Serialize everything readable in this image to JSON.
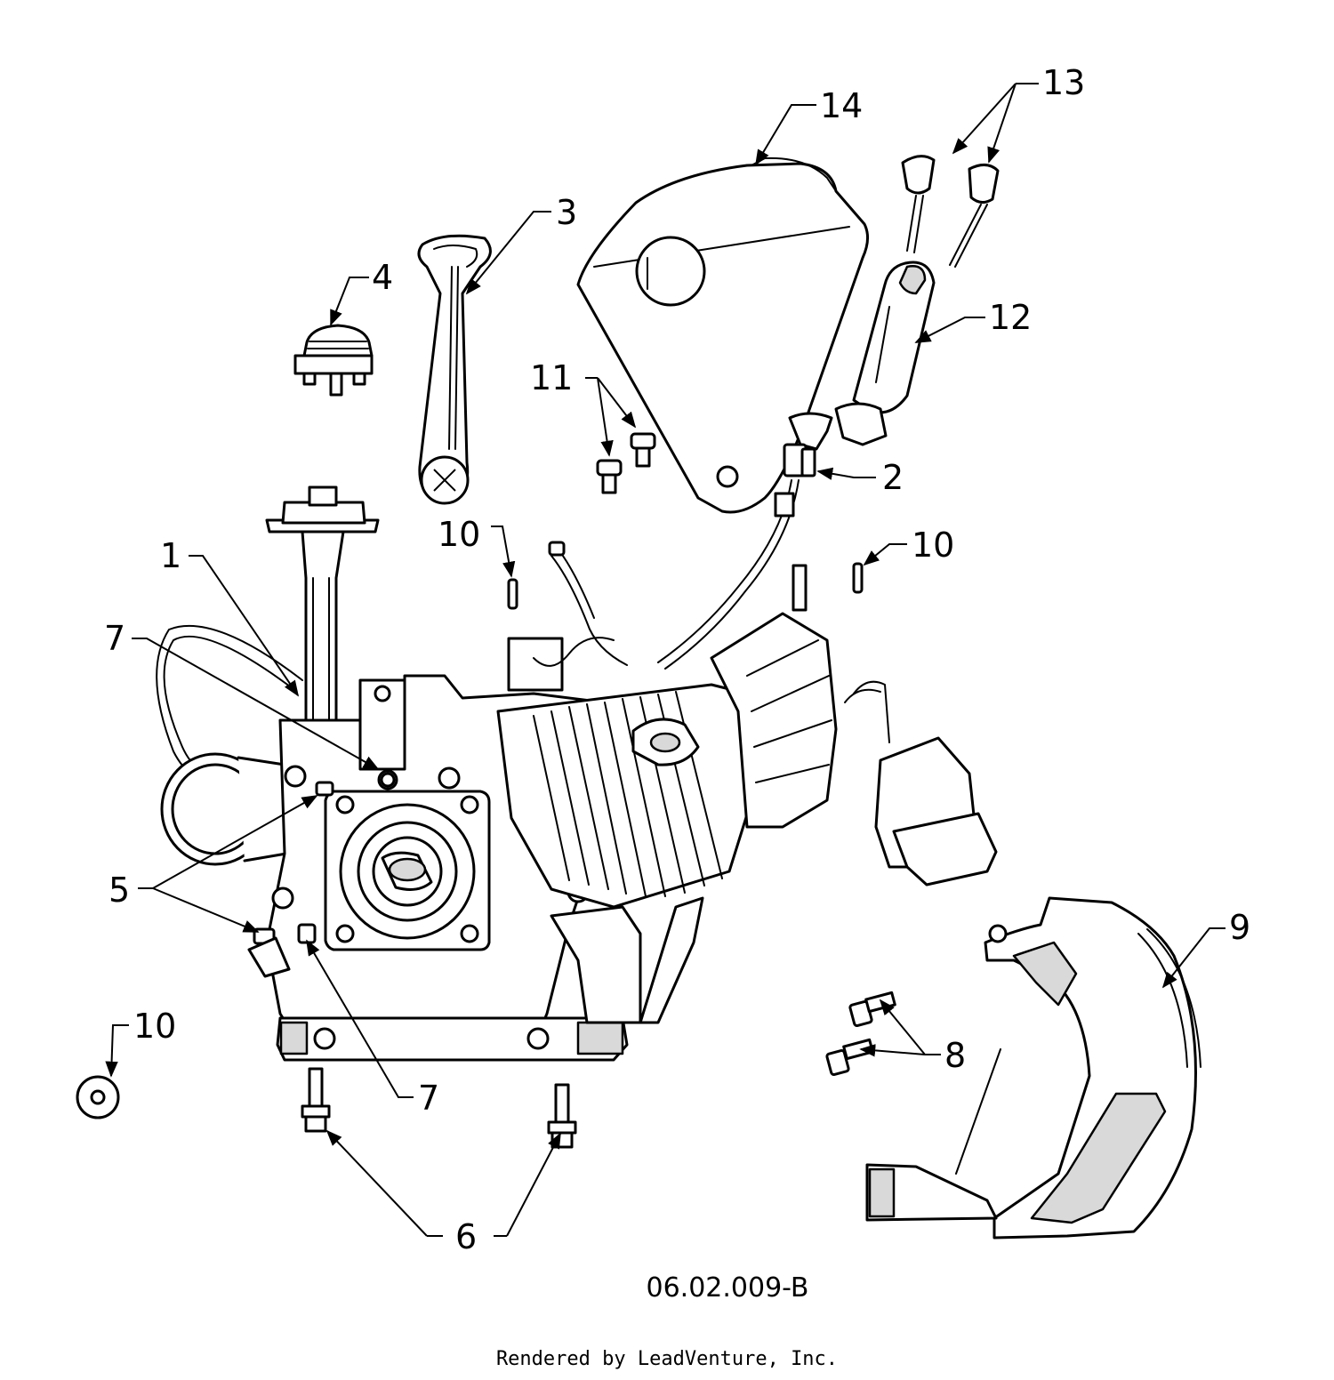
{
  "callouts": {
    "c1": "1",
    "c2": "2",
    "c3": "3",
    "c4": "4",
    "c5": "5",
    "c6": "6",
    "c7a": "7",
    "c7b": "7",
    "c8": "8",
    "c9": "9",
    "c10a": "10",
    "c10b": "10",
    "c10c": "10",
    "c11": "11",
    "c12": "12",
    "c13": "13",
    "c14": "14"
  },
  "diagram_code": "06.02.009-B",
  "credit": "Rendered by LeadVenture, Inc."
}
